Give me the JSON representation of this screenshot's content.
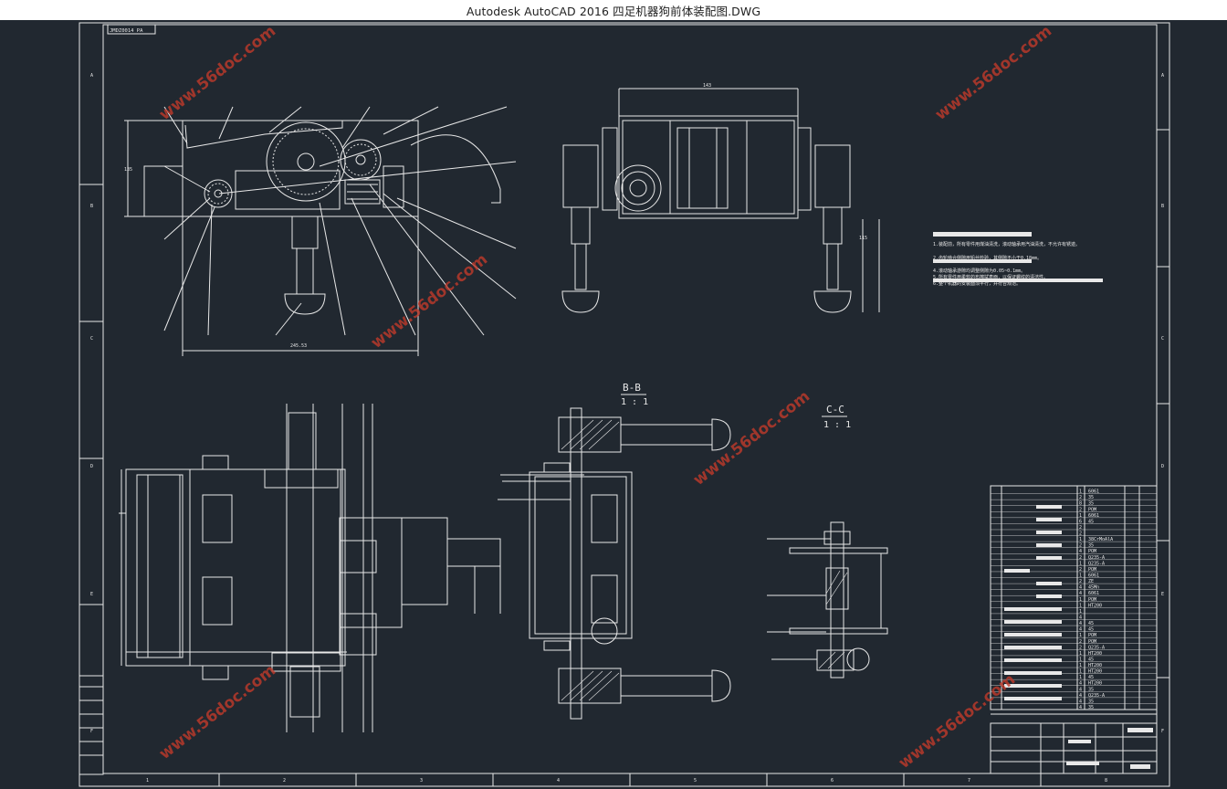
{
  "window": {
    "title": "Autodesk AutoCAD 2016     四足机器狗前体装配图.DWG"
  },
  "drawing": {
    "title_block_tag": "JMDZ0014 PA",
    "views": {
      "section_bb_label": "B-B",
      "section_bb_scale": "1 : 1",
      "section_cc_label": "C-C",
      "section_cc_scale": "1 : 1"
    },
    "notes": [
      "1.装配前，所有零件用煤油清洗，滚动轴承用汽油清洗，不允许有锈迹。",
      "2.齿轮啮合侧隙用铅丝检验，其侧隙不小于0.18mm。",
      "4.滚动轴承游隙均调整侧隙为0.05~0.1mm。",
      "5.所有零件用柔软的布擦拭表面，以保证螺纹的清洁性。",
      "6.整个机器的安装面须平行，并符合规范。"
    ],
    "dimensions": {
      "top_width": "143",
      "left_width": "245.53",
      "left_height": "135",
      "right_height": "115"
    },
    "parts_list_materials": [
      "6061",
      "35",
      "35",
      "POM",
      "6061",
      "45",
      "",
      "",
      "38CrMoAlA",
      "35",
      "POM",
      "Q235-A",
      "Q235-A",
      "POM",
      "6061",
      "ZE",
      "45Mn",
      "6061",
      "POM",
      "HT200",
      "",
      "",
      "45",
      "45",
      "POM",
      "POM",
      "Q235-A",
      "HT200",
      "45",
      "HT200",
      "HT200",
      "45",
      "HT200",
      "35",
      "Q235-A",
      "35",
      "35"
    ],
    "parts_list_qty": [
      "1",
      "2",
      "8",
      "2",
      "1",
      "6",
      "2",
      "2",
      "1",
      "2",
      "4",
      "2",
      "1",
      "2",
      "1",
      "2",
      "4",
      "4",
      "1",
      "1",
      "1",
      "4",
      "4",
      "4",
      "1",
      "2",
      "2",
      "1",
      "1",
      "1",
      "1",
      "1",
      "4",
      "4",
      "4",
      "4",
      "4"
    ],
    "grid_letters": [
      "A",
      "B",
      "C",
      "D",
      "E",
      "F"
    ],
    "grid_numbers": [
      "1",
      "2",
      "3",
      "4",
      "5",
      "6",
      "7",
      "8"
    ]
  },
  "watermark": {
    "text": "www.56doc.com"
  },
  "colors": {
    "background": "#212830",
    "linework": "#e8e8e8",
    "watermark": "#c0392b"
  }
}
